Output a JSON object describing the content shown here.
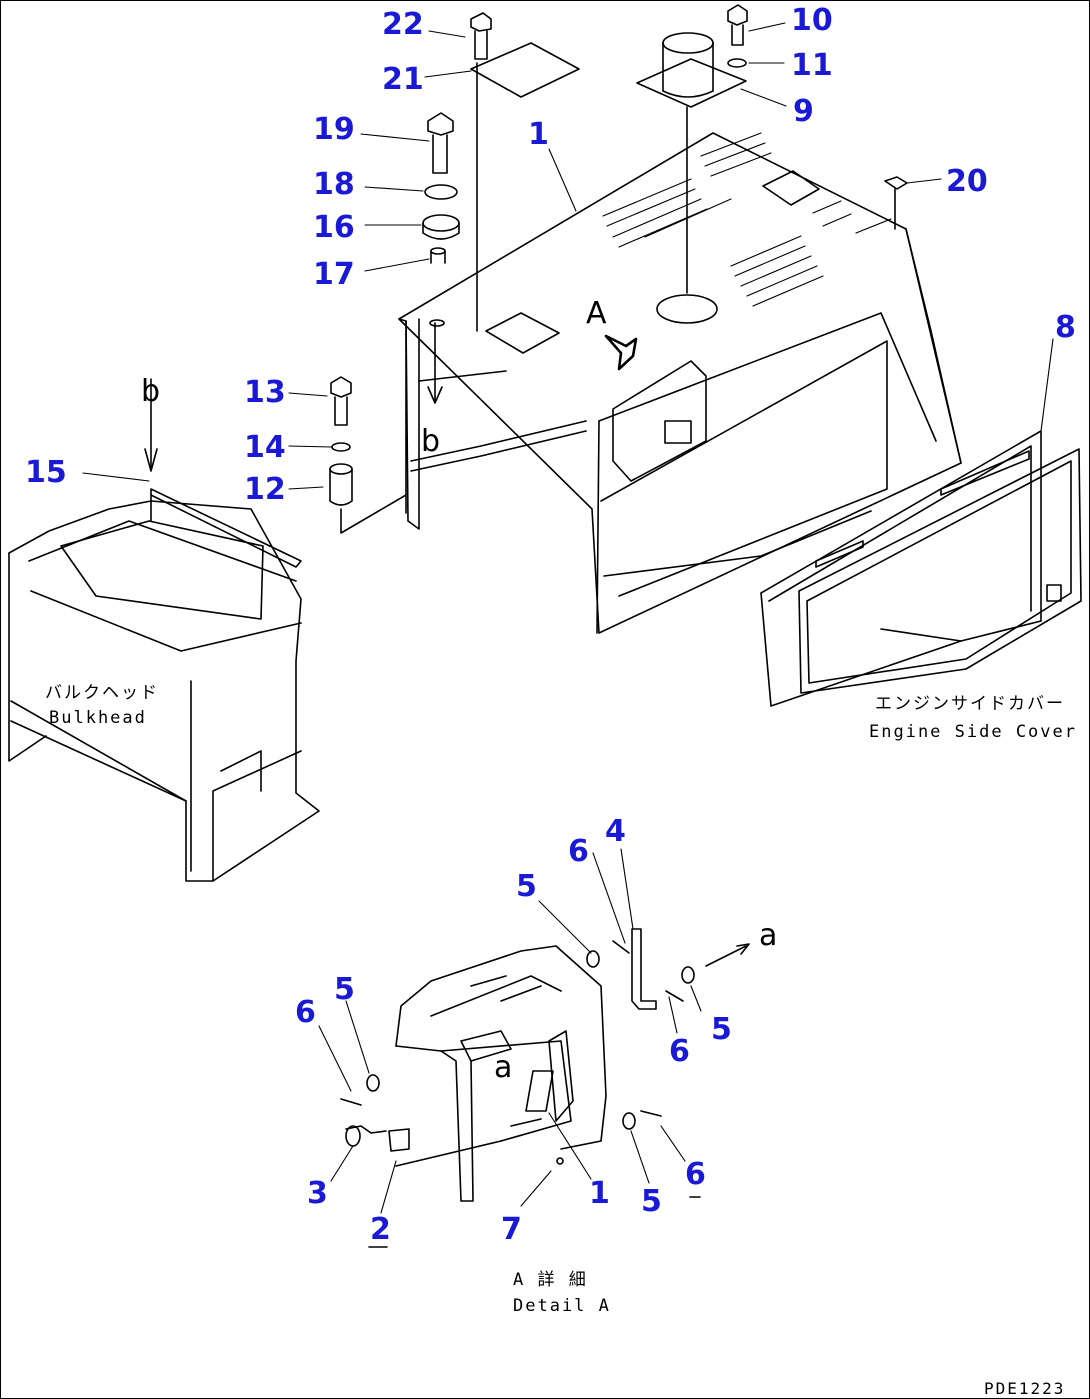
{
  "diagram": {
    "callouts": {
      "n1": "1",
      "n2": "2",
      "n3": "3",
      "n4": "4",
      "n5": "5",
      "n6": "6",
      "n7": "7",
      "n8": "8",
      "n9": "9",
      "n10": "10",
      "n11": "11",
      "n12": "12",
      "n13": "13",
      "n14": "14",
      "n15": "15",
      "n16": "16",
      "n17": "17",
      "n18": "18",
      "n19": "19",
      "n20": "20",
      "n21": "21",
      "n22": "22"
    },
    "view_markers": {
      "A": "A",
      "a": "a",
      "b": "b"
    },
    "labels": {
      "bulkhead_jp": "バルクヘッド",
      "bulkhead_en": "Bulkhead",
      "engine_side_cover_jp": "エンジンサイドカバー",
      "engine_side_cover_en": "Engine Side Cover",
      "detail_jp": "A 詳 細",
      "detail_en": "Detail A"
    },
    "drawing_code": "PDE1223",
    "colors": {
      "callout": "#1a1ad6",
      "line": "#000000"
    }
  }
}
